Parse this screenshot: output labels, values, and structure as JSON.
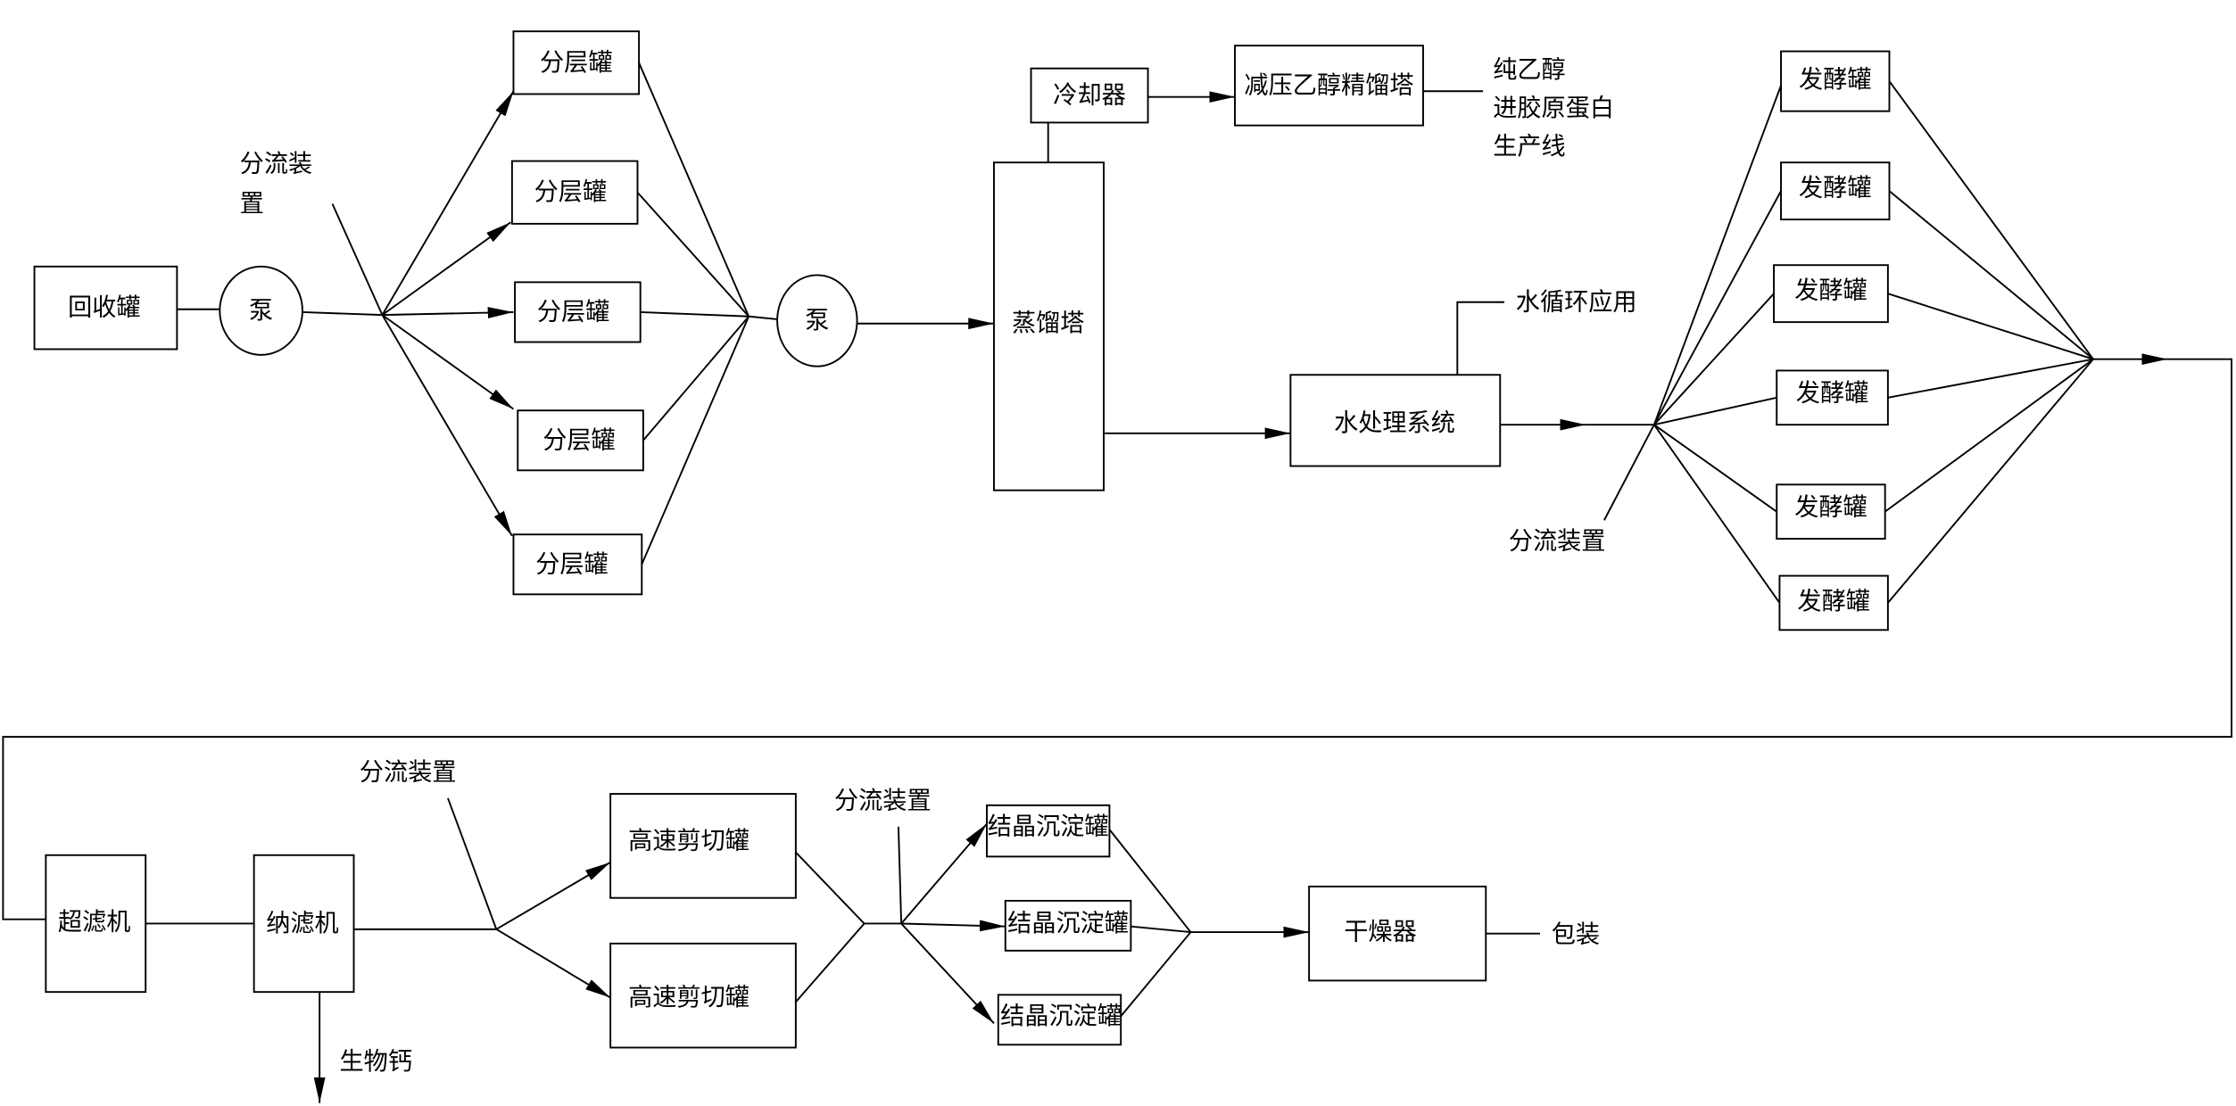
{
  "diagram": {
    "recovery_tank": "回收罐",
    "pump_1": "泵",
    "splitter_label_1": {
      "line1": "分流装",
      "line2": "置"
    },
    "settling_tanks": [
      "分层罐",
      "分层罐",
      "分层罐",
      "分层罐",
      "分层罐"
    ],
    "pump_2": "泵",
    "distillation_tower": "蒸馏塔",
    "cooler": "冷却器",
    "vacuum_ethanol_tower": "减压乙醇精馏塔",
    "ethanol_output": [
      "纯乙醇",
      "进胶原蛋白",
      "生产线"
    ],
    "water_treatment": "水处理系统",
    "water_reuse": "水循环应用",
    "splitter_label_2": "分流装置",
    "fermentation_tanks": [
      "发酵罐",
      "发酵罐",
      "发酵罐",
      "发酵罐",
      "发酵罐",
      "发酵罐"
    ],
    "ultrafilter": "超滤机",
    "nanofilter": "纳滤机",
    "bio_calcium": "生物钙",
    "splitter_label_3": "分流装置",
    "shear_tanks": [
      "高速剪切罐",
      "高速剪切罐"
    ],
    "splitter_label_4": "分流装置",
    "crystal_tanks": [
      "结晶沉淀罐",
      "结晶沉淀罐",
      "结晶沉淀罐"
    ],
    "dryer": "干燥器",
    "packaging": "包装"
  }
}
